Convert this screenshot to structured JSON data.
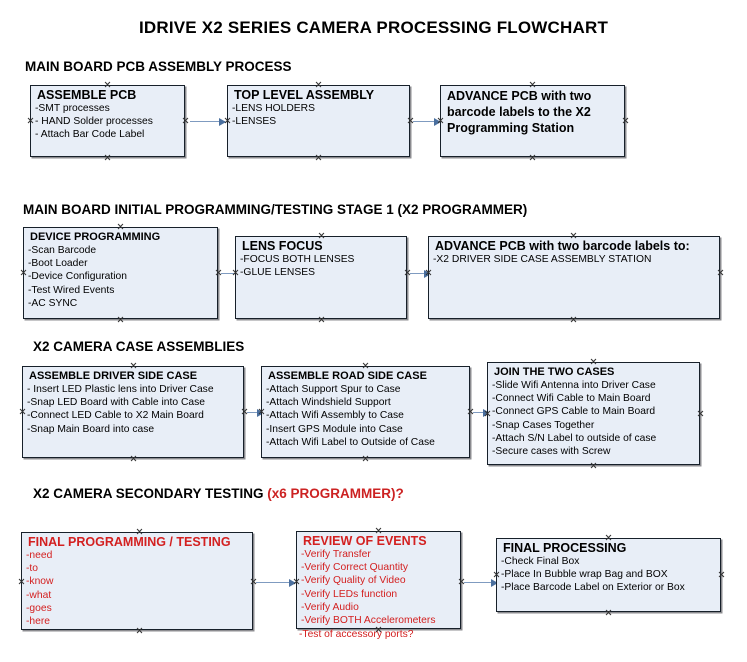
{
  "document": {
    "title": "IDRIVE X2  SERIES CAMERA PROCESSING FLOWCHART"
  },
  "colors": {
    "box_fill": "#e8eef7",
    "box_border": "#17202a",
    "connector": "#7f9bc0",
    "accent_red": "#cc2222",
    "text": "#000000"
  },
  "sections": [
    {
      "id": "main-board-pcb-assembly-process",
      "title": "MAIN BOARD PCB ASSEMBLY PROCESS",
      "title_accent": "",
      "boxes": [
        {
          "id": "assemble-pcb",
          "header": "ASSEMBLE PCB",
          "items": [
            "-SMT processes",
            "- HAND Solder processes",
            "- Attach Bar Code Label"
          ]
        },
        {
          "id": "top-level-assembly",
          "header": "TOP LEVEL ASSEMBLY",
          "items": [
            "-LENS HOLDERS",
            "-LENSES"
          ]
        },
        {
          "id": "advance-pcb-to-x2-programming-station",
          "header": "ADVANCE PCB with two barcode labels to the  X2 Programming Station",
          "items": []
        }
      ]
    },
    {
      "id": "main-board-initial-programming-testing-stage-1",
      "title": "MAIN BOARD INITIAL PROGRAMMING/TESTING STAGE 1 (X2 PROGRAMMER)",
      "title_accent": "",
      "boxes": [
        {
          "id": "device-programming",
          "header": "DEVICE PROGRAMMING",
          "items": [
            "-Scan Barcode",
            "-Boot Loader",
            "-Device Configuration",
            "-Test Wired Events",
            "-AC SYNC"
          ]
        },
        {
          "id": "lens-focus",
          "header": "LENS FOCUS",
          "items": [
            "-FOCUS BOTH LENSES",
            "-GLUE LENSES"
          ]
        },
        {
          "id": "advance-pcb-to-driver-side-case-assembly-station",
          "header": "ADVANCE PCB with two barcode labels to:",
          "items": [
            "-X2 DRIVER  SIDE  CASE  ASSEMBLY STATION"
          ]
        }
      ]
    },
    {
      "id": "x2-camera-case-assemblies",
      "title": "X2 CAMERA CASE ASSEMBLIES",
      "title_accent": "",
      "boxes": [
        {
          "id": "assemble-driver-side-case",
          "header": "ASSEMBLE DRIVER SIDE CASE",
          "items": [
            "- Insert LED Plastic lens into Driver Case",
            "-Snap LED Board with Cable into Case",
            "-Connect LED Cable to X2 Main Board",
            "-Snap Main Board into case"
          ]
        },
        {
          "id": "assemble-road-side-case",
          "header": "ASSEMBLE ROAD SIDE CASE",
          "items": [
            "-Attach Support Spur to Case",
            "-Attach Windshield Support",
            "-Attach Wifi Assembly to Case",
            "-Insert GPS Module into Case",
            "-Attach Wifi Label to Outside of Case"
          ]
        },
        {
          "id": "join-the-two-cases",
          "header": "JOIN THE TWO CASES",
          "items": [
            "-Slide Wifi Antenna into Driver Case",
            "-Connect Wifi Cable to Main Board",
            "-Connect GPS Cable to Main Board",
            "-Snap Cases Together",
            "-Attach S/N Label to outside of case",
            "-Secure cases with Screw"
          ]
        }
      ]
    },
    {
      "id": "x2-camera-secondary-testing",
      "title": "X2 CAMERA SECONDARY TESTING ",
      "title_accent": "(x6 PROGRAMMER)?",
      "boxes": [
        {
          "id": "final-programming-testing",
          "header": "FINAL PROGRAMMING / TESTING",
          "items": [
            "-need",
            "-to",
            "-know",
            "-what",
            "-goes",
            "-here"
          ]
        },
        {
          "id": "review-of-events",
          "header": "REVIEW OF EVENTS",
          "items": [
            "-Verify Transfer",
            "-Verify Correct Quantity",
            "-Verify Quality of Video",
            "-Verify LEDs function",
            "-Verify Audio",
            "-Verify BOTH Accelerometers"
          ],
          "overflow_item": "-Test of accessory ports?"
        },
        {
          "id": "final-processing",
          "header": "FINAL PROCESSING",
          "items": [
            "-Check Final Box",
            "-Place In Bubble wrap Bag and BOX",
            "-Place Barcode Label on Exterior or Box"
          ]
        }
      ]
    }
  ]
}
